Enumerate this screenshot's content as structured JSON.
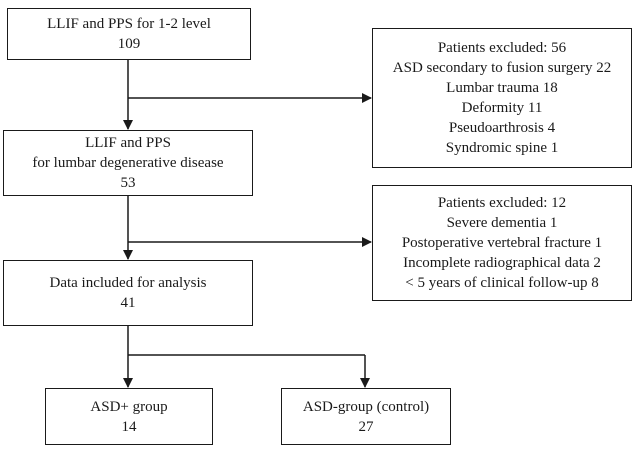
{
  "boxes": {
    "initial": {
      "lines": [
        "LLIF and PPS for 1-2 level",
        "109"
      ]
    },
    "excluded_1": {
      "lines": [
        "Patients excluded: 56",
        "ASD secondary to fusion surgery 22",
        "Lumbar trauma 18",
        "Deformity 11",
        "Pseudoarthrosis 4",
        "Syndromic spine 1"
      ]
    },
    "degenerative": {
      "lines": [
        "LLIF and PPS",
        "for lumbar degenerative disease",
        "53"
      ]
    },
    "excluded_2": {
      "lines": [
        "Patients excluded: 12",
        "Severe dementia 1",
        "Postoperative vertebral fracture 1",
        "Incomplete radiographical data 2",
        "< 5 years of clinical follow-up 8"
      ]
    },
    "analysis": {
      "lines": [
        "Data included for analysis",
        "41"
      ]
    },
    "asd_plus": {
      "lines": [
        "ASD+ group",
        "14"
      ]
    },
    "asd_minus": {
      "lines": [
        "ASD-group (control)",
        "27"
      ]
    }
  }
}
